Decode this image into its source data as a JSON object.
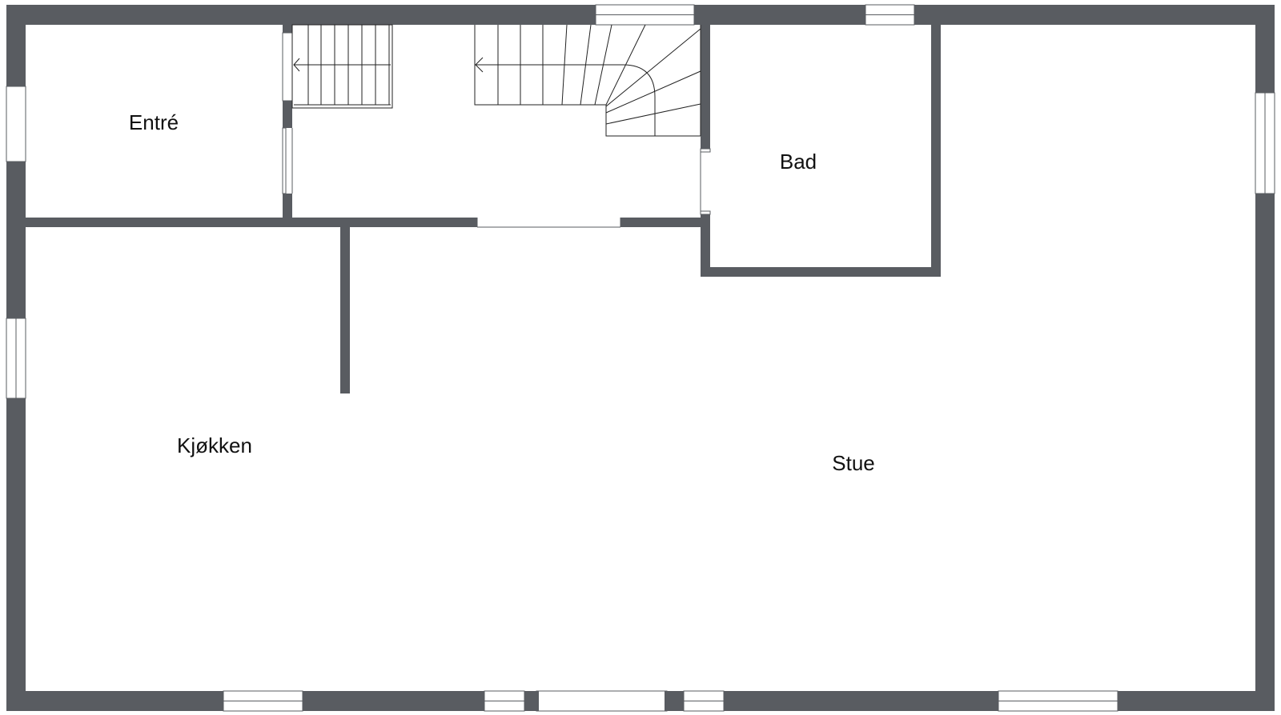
{
  "rooms": {
    "entre": "Entré",
    "bad": "Bad",
    "kjokken": "Kjøkken",
    "stue": "Stue"
  },
  "colors": {
    "wall": "#595c61",
    "background": "#ffffff",
    "text": "#111111"
  }
}
